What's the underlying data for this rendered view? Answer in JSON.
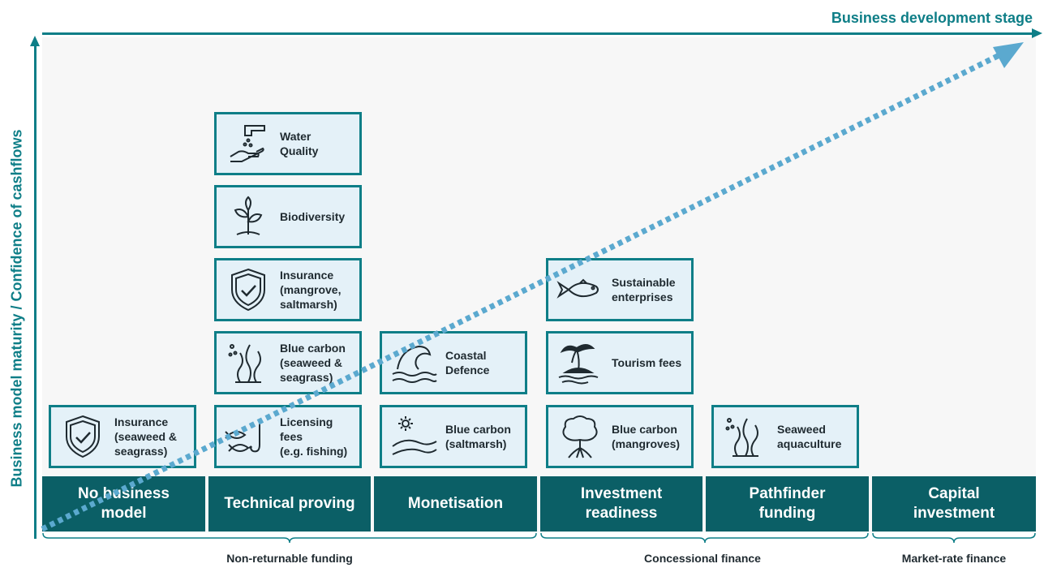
{
  "axes": {
    "x_title": "Business development stage",
    "y_title": "Business model maturity / Confidence of cashflows"
  },
  "stages": [
    {
      "label": "No business\nmodel"
    },
    {
      "label": "Technical proving"
    },
    {
      "label": "Monetisation"
    },
    {
      "label": "Investment\nreadiness"
    },
    {
      "label": "Pathfinder\nfunding"
    },
    {
      "label": "Capital\ninvestment"
    }
  ],
  "cards": {
    "insurance_seaweed": {
      "label": "Insurance\n(seaweed &\nseagrass)",
      "icon": "shield-check-icon"
    },
    "licensing_fees": {
      "label": "Licensing fees\n(e.g. fishing)",
      "icon": "fish-hook-icon"
    },
    "blue_carbon_seaweed": {
      "label": "Blue carbon\n(seaweed &\nseagrass)",
      "icon": "seaweed-icon"
    },
    "insurance_mangrove": {
      "label": "Insurance\n(mangrove,\nsaltmarsh)",
      "icon": "shield-check-icon"
    },
    "biodiversity": {
      "label": "Biodiversity",
      "icon": "sprout-icon"
    },
    "water_quality": {
      "label": "Water\nQuality",
      "icon": "tap-hand-icon"
    },
    "blue_carbon_saltmarsh": {
      "label": "Blue carbon\n(saltmarsh)",
      "icon": "saltmarsh-sun-icon"
    },
    "coastal_defence": {
      "label": "Coastal\nDefence",
      "icon": "wave-icon"
    },
    "blue_carbon_mangroves": {
      "label": "Blue carbon\n(mangroves)",
      "icon": "mangrove-tree-icon"
    },
    "tourism_fees": {
      "label": "Tourism fees",
      "icon": "palm-island-icon"
    },
    "sustainable_enterprises": {
      "label": "Sustainable\nenterprises",
      "icon": "fish-icon"
    },
    "seaweed_aquaculture": {
      "label": "Seaweed\naquaculture",
      "icon": "seaweed-icon"
    }
  },
  "funding": [
    {
      "label": "Non-returnable funding"
    },
    {
      "label": "Concessional finance"
    },
    {
      "label": "Market-rate finance"
    }
  ],
  "colors": {
    "teal": "#0e7e87",
    "stage_bg": "#0b5f66",
    "card_bg": "#e4f1f8",
    "trend": "#5ba9cf"
  }
}
